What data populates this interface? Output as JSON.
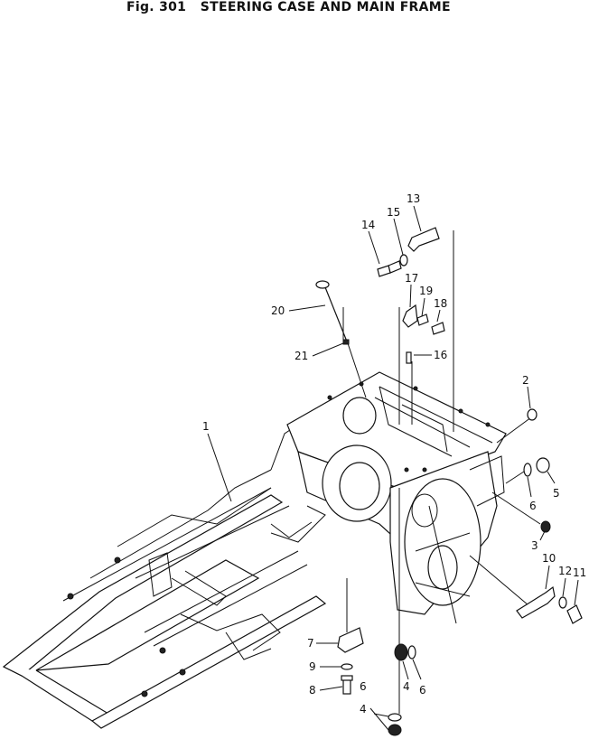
{
  "title": "Fig. 301   STEERING CASE AND MAIN FRAME",
  "callouts": [
    "1",
    "2",
    "3",
    "4",
    "4",
    "5",
    "6",
    "6",
    "6",
    "7",
    "8",
    "9",
    "10",
    "11",
    "12",
    "13",
    "14",
    "15",
    "16",
    "17",
    "18",
    "19",
    "20",
    "21"
  ]
}
